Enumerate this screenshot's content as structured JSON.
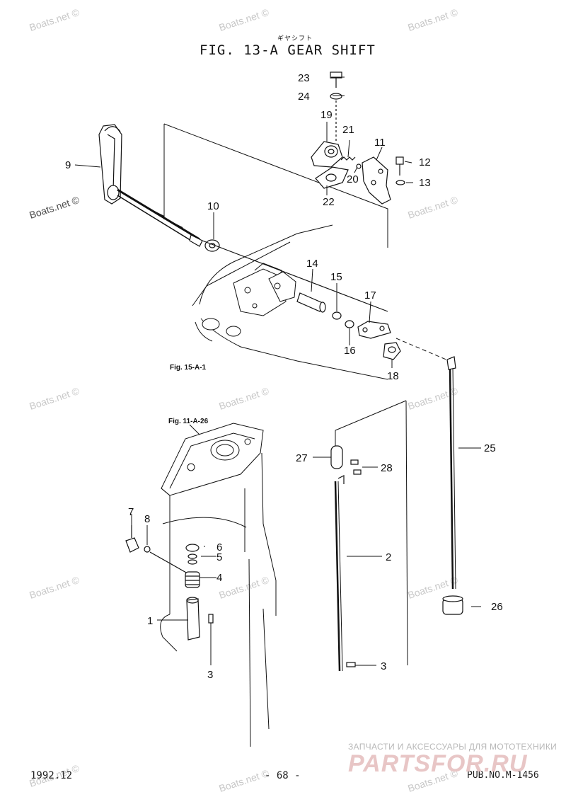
{
  "title_jp": "ギヤシフト",
  "title": "FIG. 13-A GEAR SHIFT",
  "refs": {
    "fig_15": "Fig. 15-A-1",
    "fig_11": "Fig. 11-A-26"
  },
  "callouts": {
    "c1": "1",
    "c2": "2",
    "c3a": "3",
    "c3b": "3",
    "c4": "4",
    "c5": "5",
    "c6": "6",
    "c7": "7",
    "c8": "8",
    "c9": "9",
    "c10": "10",
    "c11": "11",
    "c12": "12",
    "c13": "13",
    "c14": "14",
    "c15": "15",
    "c16": "16",
    "c17": "17",
    "c18": "18",
    "c19": "19",
    "c20": "20",
    "c21": "21",
    "c22": "22",
    "c23": "23",
    "c24": "24",
    "c25": "25",
    "c26": "26",
    "c27": "27",
    "c28": "28"
  },
  "watermark": "Boats.net ©",
  "footer": {
    "date": "1992.12",
    "page": "- 68 -",
    "pub": "PUB.NO.M-1456"
  },
  "brand": {
    "sub": "ЗАПЧАСТИ И АКСЕССУАРЫ ДЛЯ МОТОТЕХНИКИ",
    "name": "PARTSFOR.RU"
  }
}
